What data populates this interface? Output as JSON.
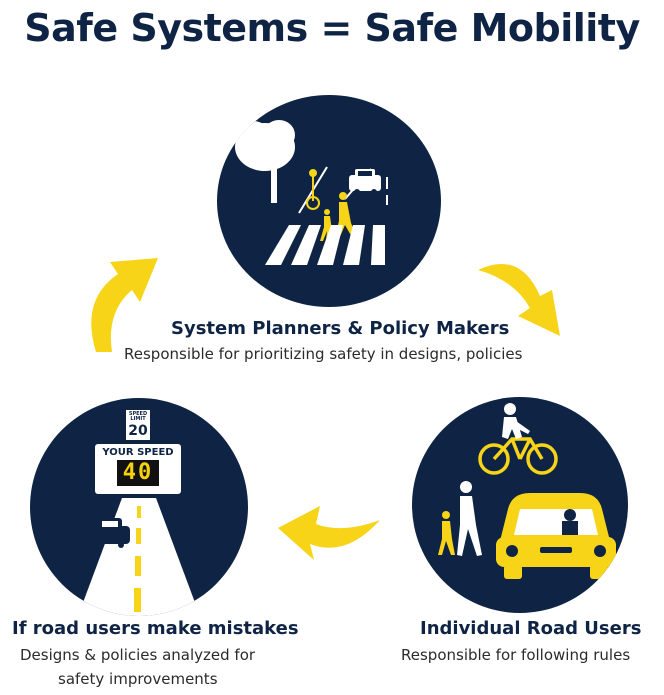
{
  "title": "Safe Systems = Safe Mobility",
  "colors": {
    "navy": "#0f2444",
    "yellow": "#f7d417",
    "white": "#ffffff"
  },
  "nodes": {
    "top": {
      "heading": "System Planners & Policy Makers",
      "text": "Responsible for prioritizing safety in designs, policies"
    },
    "right": {
      "heading": "Individual Road Users",
      "text": "Responsible for following rules"
    },
    "left": {
      "heading": "If road users make mistakes",
      "text_line1": "Designs & policies analyzed for",
      "text_line2": "safety improvements"
    }
  },
  "sign": {
    "limit_caption": "SPEED LIMIT",
    "limit_value": "20",
    "your_speed_caption": "YOUR SPEED",
    "your_speed_value": "40"
  },
  "icons": [
    "tree-icon",
    "cyclist-icon",
    "pedestrian-icon",
    "car-icon",
    "crosswalk-icon",
    "speed-sign-icon",
    "road-icon",
    "bicycle-icon",
    "curved-arrow-icon"
  ]
}
